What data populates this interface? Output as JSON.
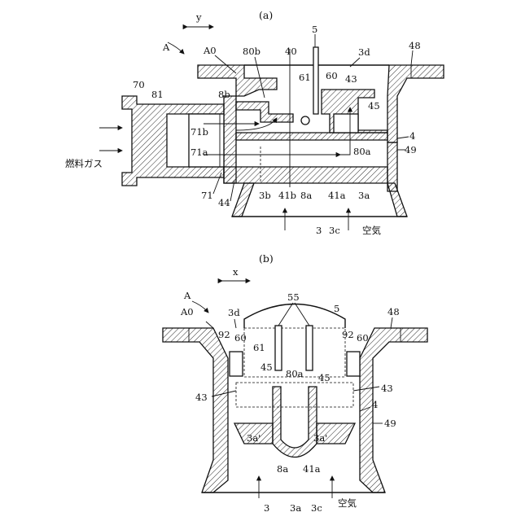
{
  "figure_a": {
    "caption": "(a)",
    "axis": "y",
    "labels": {
      "A": "A",
      "A0": "A0",
      "l80b": "80b",
      "l40": "40",
      "l5": "5",
      "l3d": "3d",
      "l48": "48",
      "l70": "70",
      "l81": "81",
      "l8b": "8b",
      "l61": "61",
      "l60": "60",
      "l43": "43",
      "l45": "45",
      "l4": "4",
      "l49": "49",
      "l71b": "71b",
      "l71a": "71a",
      "l80a": "80a",
      "fuel": "燃料ガス",
      "l71": "71",
      "l44": "44",
      "l3b": "3b",
      "l41b": "41b",
      "l8a": "8a",
      "l41a": "41a",
      "l3a": "3a",
      "l3": "3",
      "l3c": "3c",
      "air": "空気"
    }
  },
  "figure_b": {
    "caption": "(b)",
    "axis": "x",
    "labels": {
      "A": "A",
      "A0": "A0",
      "l3d": "3d",
      "l55": "55",
      "l5": "5",
      "l48": "48",
      "l92L": "92",
      "l60L": "60",
      "l92R": "92",
      "l60R": "60",
      "l61": "61",
      "l45L": "45",
      "l80a": "80a",
      "l45R": "45",
      "l43L": "43",
      "l43R": "43",
      "l4": "4",
      "l3apL": "3a'",
      "l3apR": "3a'",
      "l49": "49",
      "l8a": "8a",
      "l41a": "41a",
      "l3": "3",
      "l3a": "3a",
      "l3c": "3c",
      "air": "空気"
    }
  }
}
